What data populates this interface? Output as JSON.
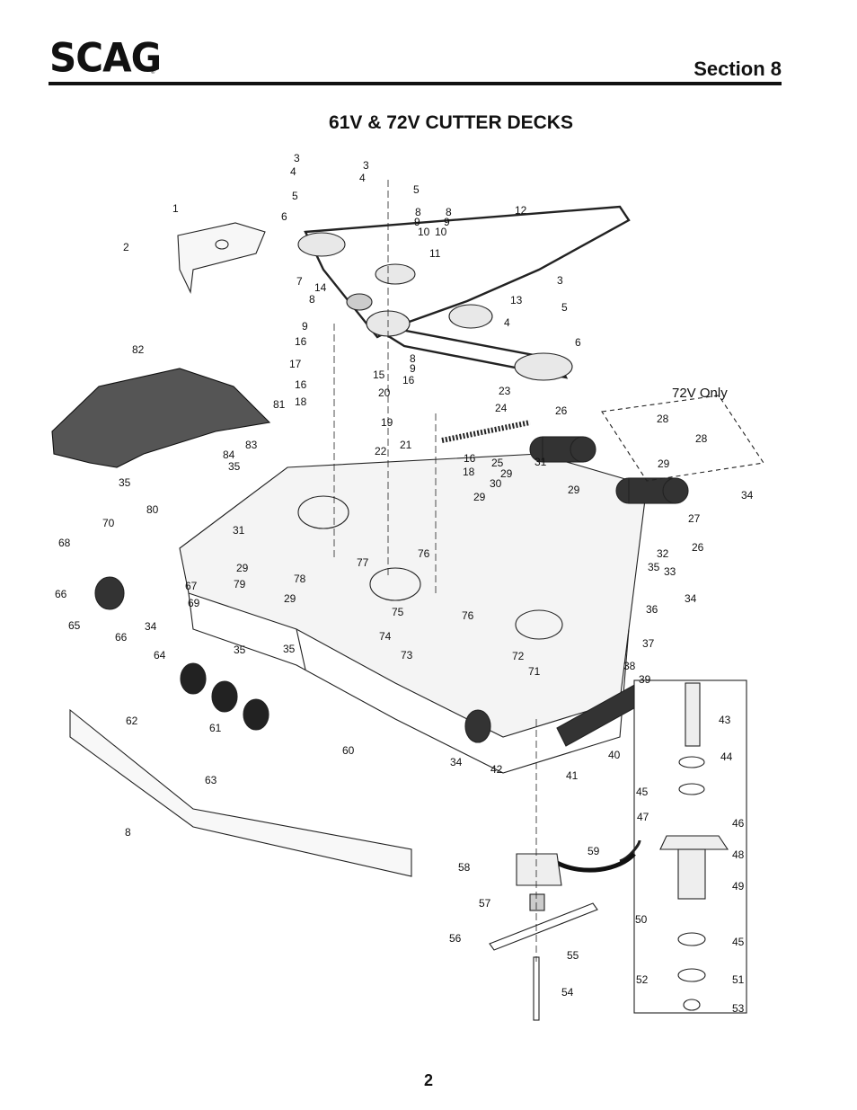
{
  "header": {
    "logo_text": "SCAG",
    "logo_mark": "®",
    "section": "Section 8"
  },
  "title": "61V & 72V CUTTER DECKS",
  "note_72v": "72V Only",
  "page_number": "2",
  "callouts": [
    {
      "id": "c3a",
      "t": "3"
    },
    {
      "id": "c4a",
      "t": "4"
    },
    {
      "id": "c5a",
      "t": "5"
    },
    {
      "id": "c6a",
      "t": "6"
    },
    {
      "id": "c7",
      "t": "7"
    },
    {
      "id": "c3b",
      "t": "3"
    },
    {
      "id": "c4b",
      "t": "4"
    },
    {
      "id": "c5b",
      "t": "5"
    },
    {
      "id": "c8a",
      "t": "8"
    },
    {
      "id": "c9a",
      "t": "9"
    },
    {
      "id": "c10a",
      "t": "10"
    },
    {
      "id": "c11",
      "t": "11"
    },
    {
      "id": "c8b",
      "t": "8"
    },
    {
      "id": "c9b",
      "t": "9"
    },
    {
      "id": "c10b",
      "t": "10"
    },
    {
      "id": "c12",
      "t": "12"
    },
    {
      "id": "c1",
      "t": "1"
    },
    {
      "id": "c2",
      "t": "2"
    },
    {
      "id": "c14",
      "t": "14"
    },
    {
      "id": "c8c",
      "t": "8"
    },
    {
      "id": "c9c",
      "t": "9"
    },
    {
      "id": "c16a",
      "t": "16"
    },
    {
      "id": "c13",
      "t": "13"
    },
    {
      "id": "c3c",
      "t": "3"
    },
    {
      "id": "c4c",
      "t": "4"
    },
    {
      "id": "c5c",
      "t": "5"
    },
    {
      "id": "c6b",
      "t": "6"
    },
    {
      "id": "c17",
      "t": "17"
    },
    {
      "id": "c15",
      "t": "15"
    },
    {
      "id": "c16b",
      "t": "16"
    },
    {
      "id": "c18a",
      "t": "18"
    },
    {
      "id": "c8d",
      "t": "8"
    },
    {
      "id": "c9d",
      "t": "9"
    },
    {
      "id": "c16c",
      "t": "16"
    },
    {
      "id": "c20",
      "t": "20"
    },
    {
      "id": "c23",
      "t": "23"
    },
    {
      "id": "c24",
      "t": "24"
    },
    {
      "id": "c19",
      "t": "19"
    },
    {
      "id": "c21",
      "t": "21"
    },
    {
      "id": "c82",
      "t": "82"
    },
    {
      "id": "c81",
      "t": "81"
    },
    {
      "id": "c83",
      "t": "83"
    },
    {
      "id": "c84",
      "t": "84"
    },
    {
      "id": "c35a",
      "t": "35"
    },
    {
      "id": "c35b",
      "t": "35"
    },
    {
      "id": "c22",
      "t": "22"
    },
    {
      "id": "c16d",
      "t": "16"
    },
    {
      "id": "c18b",
      "t": "18"
    },
    {
      "id": "c25",
      "t": "25"
    },
    {
      "id": "c26a",
      "t": "26"
    },
    {
      "id": "c28a",
      "t": "28"
    },
    {
      "id": "c28b",
      "t": "28"
    },
    {
      "id": "c29a",
      "t": "29"
    },
    {
      "id": "c31a",
      "t": "31"
    },
    {
      "id": "c30",
      "t": "30"
    },
    {
      "id": "c29b",
      "t": "29"
    },
    {
      "id": "c29c",
      "t": "29"
    },
    {
      "id": "c34a",
      "t": "34"
    },
    {
      "id": "c29d",
      "t": "29"
    },
    {
      "id": "c27",
      "t": "27"
    },
    {
      "id": "c26b",
      "t": "26"
    },
    {
      "id": "c80",
      "t": "80"
    },
    {
      "id": "c70",
      "t": "70"
    },
    {
      "id": "c68",
      "t": "68"
    },
    {
      "id": "c31b",
      "t": "31"
    },
    {
      "id": "c76a",
      "t": "76"
    },
    {
      "id": "c77",
      "t": "77"
    },
    {
      "id": "c32",
      "t": "32"
    },
    {
      "id": "c29e",
      "t": "29"
    },
    {
      "id": "c79",
      "t": "79"
    },
    {
      "id": "c78",
      "t": "78"
    },
    {
      "id": "c29f",
      "t": "29"
    },
    {
      "id": "c35c",
      "t": "35"
    },
    {
      "id": "c33",
      "t": "33"
    },
    {
      "id": "c66a",
      "t": "66"
    },
    {
      "id": "c67",
      "t": "67"
    },
    {
      "id": "c69",
      "t": "69"
    },
    {
      "id": "c65",
      "t": "65"
    },
    {
      "id": "c34b",
      "t": "34"
    },
    {
      "id": "c66b",
      "t": "66"
    },
    {
      "id": "c34c",
      "t": "34"
    },
    {
      "id": "c75",
      "t": "75"
    },
    {
      "id": "c76b",
      "t": "76"
    },
    {
      "id": "c36",
      "t": "36"
    },
    {
      "id": "c74",
      "t": "74"
    },
    {
      "id": "c37",
      "t": "37"
    },
    {
      "id": "c64",
      "t": "64"
    },
    {
      "id": "c35d",
      "t": "35"
    },
    {
      "id": "c35e",
      "t": "35"
    },
    {
      "id": "c73",
      "t": "73"
    },
    {
      "id": "c72",
      "t": "72"
    },
    {
      "id": "c71",
      "t": "71"
    },
    {
      "id": "c38",
      "t": "38"
    },
    {
      "id": "c39",
      "t": "39"
    },
    {
      "id": "c43",
      "t": "43"
    },
    {
      "id": "c62",
      "t": "62"
    },
    {
      "id": "c61",
      "t": "61"
    },
    {
      "id": "c60",
      "t": "60"
    },
    {
      "id": "c34d",
      "t": "34"
    },
    {
      "id": "c42",
      "t": "42"
    },
    {
      "id": "c40",
      "t": "40"
    },
    {
      "id": "c41",
      "t": "41"
    },
    {
      "id": "c44",
      "t": "44"
    },
    {
      "id": "c45a",
      "t": "45"
    },
    {
      "id": "c63",
      "t": "63"
    },
    {
      "id": "c47",
      "t": "47"
    },
    {
      "id": "c46",
      "t": "46"
    },
    {
      "id": "c8e",
      "t": "8"
    },
    {
      "id": "c59",
      "t": "59"
    },
    {
      "id": "c48",
      "t": "48"
    },
    {
      "id": "c58",
      "t": "58"
    },
    {
      "id": "c49",
      "t": "49"
    },
    {
      "id": "c57",
      "t": "57"
    },
    {
      "id": "c50",
      "t": "50"
    },
    {
      "id": "c45b",
      "t": "45"
    },
    {
      "id": "c56",
      "t": "56"
    },
    {
      "id": "c55",
      "t": "55"
    },
    {
      "id": "c51",
      "t": "51"
    },
    {
      "id": "c52",
      "t": "52"
    },
    {
      "id": "c54",
      "t": "54"
    },
    {
      "id": "c53",
      "t": "53"
    }
  ]
}
